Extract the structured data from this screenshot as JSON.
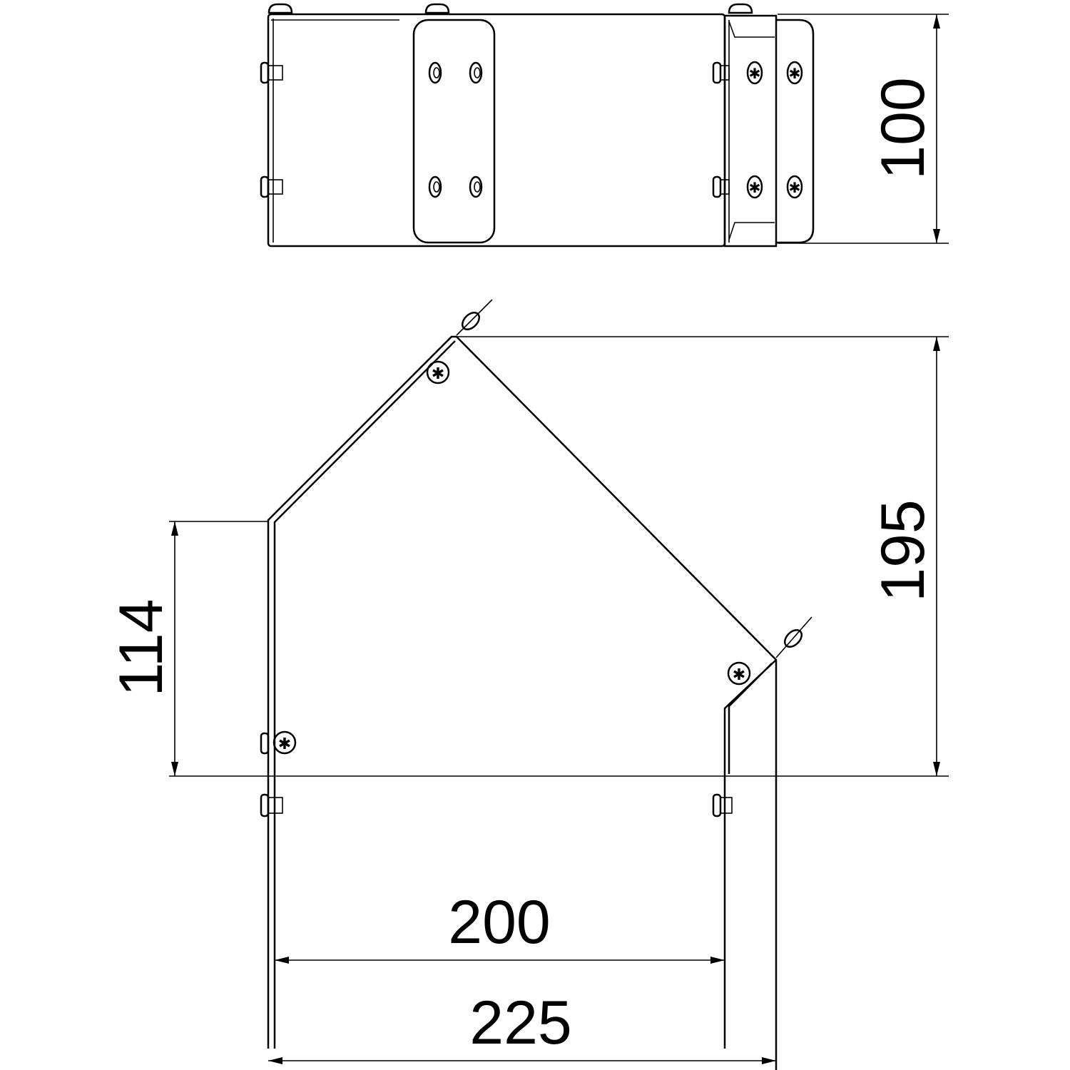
{
  "drawing": {
    "top_view": {
      "height_dimension": "100"
    },
    "plan_view": {
      "height_total_dimension": "195",
      "height_side_dimension": "114",
      "inner_width_dimension": "200",
      "outer_width_dimension": "225"
    }
  },
  "colors": {
    "line": "#000000",
    "background": "#ffffff"
  }
}
